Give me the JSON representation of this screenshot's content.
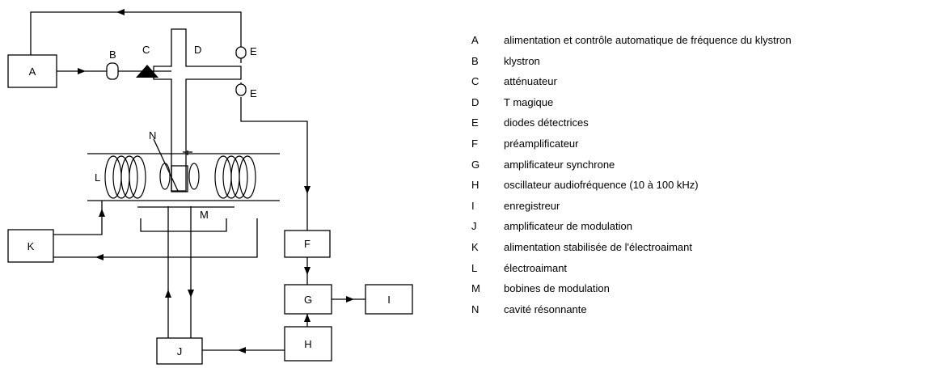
{
  "diagram": {
    "blocks": {
      "A": "A",
      "F": "F",
      "G": "G",
      "H": "H",
      "I": "I",
      "J": "J",
      "K": "K"
    },
    "labels": {
      "B": "B",
      "C": "C",
      "D": "D",
      "E1": "E",
      "E2": "E",
      "L": "L",
      "M": "M",
      "N": "N"
    }
  },
  "legend": [
    {
      "key": "A",
      "text": "alimentation et contrôle automatique de fréquence du klystron"
    },
    {
      "key": "B",
      "text": "klystron"
    },
    {
      "key": "C",
      "text": "atténuateur"
    },
    {
      "key": "D",
      "text": "T magique"
    },
    {
      "key": "E",
      "text": "diodes détectrices"
    },
    {
      "key": "F",
      "text": "préamplificateur"
    },
    {
      "key": "G",
      "text": "amplificateur synchrone"
    },
    {
      "key": "H",
      "text": "oscillateur audiofréquence (10 à 100 kHz)"
    },
    {
      "key": "I",
      "text": "enregistreur"
    },
    {
      "key": "J",
      "text": "amplificateur de modulation"
    },
    {
      "key": "K",
      "text": "alimentation stabilisée de l'électroaimant"
    },
    {
      "key": "L",
      "text": "électroaimant"
    },
    {
      "key": "M",
      "text": "bobines de modulation"
    },
    {
      "key": "N",
      "text": "cavité résonnante"
    }
  ]
}
